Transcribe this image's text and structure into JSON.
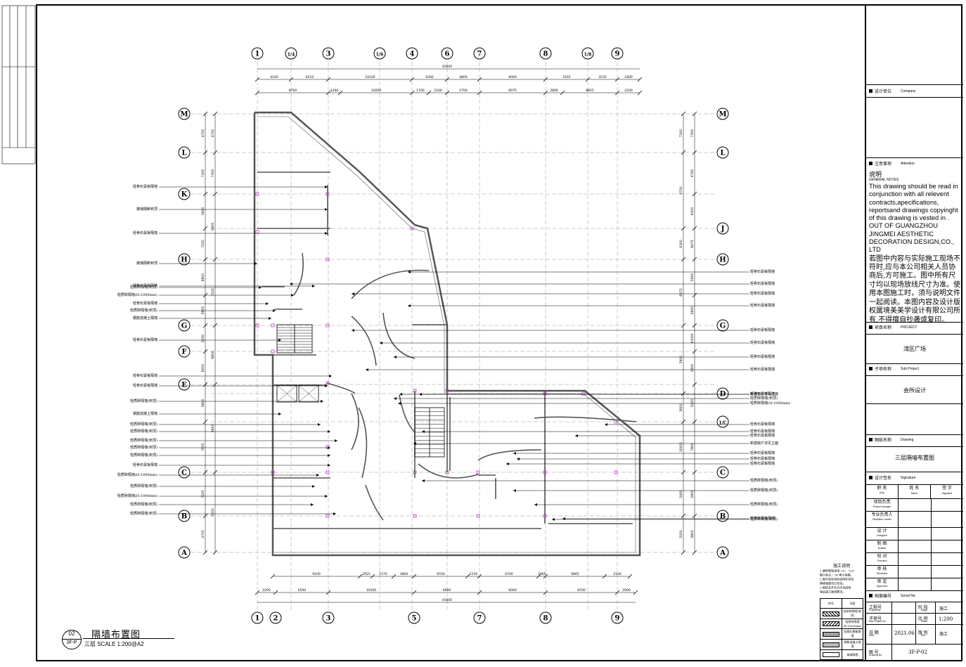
{
  "sheet": {
    "number": "02",
    "code": "3F-P",
    "title": "隔墙布置图",
    "subtitle": "三层  SCALE 1:200@A2"
  },
  "grid": {
    "top_cols": [
      "1",
      "1/4",
      "3",
      "1/6",
      "4",
      "6",
      "7",
      "8",
      "1/8",
      "9"
    ],
    "bottom_cols": [
      "1",
      "2",
      "3",
      "5",
      "7",
      "8",
      "9"
    ],
    "left_rows": [
      "M",
      "L",
      "K",
      "H",
      "G",
      "F",
      "E",
      "C",
      "B",
      "A"
    ],
    "right_rows": [
      "M",
      "L",
      "J",
      "H",
      "G",
      "D",
      "1/C",
      "C",
      "B",
      "A"
    ]
  },
  "dims": {
    "top_total": "45600",
    "top_row1": [
      "4140",
      "6510",
      "10100",
      "6300",
      "4800",
      "9000",
      "3165",
      "3535",
      "2400"
    ],
    "top_row2": [
      "8700",
      "1200",
      "10200",
      "1700",
      "2100",
      "2700",
      "6975",
      "2800",
      "8825",
      "2200"
    ],
    "bottom_row1": [
      "9100",
      "2925",
      "1570",
      "3800",
      "6550",
      "2150",
      "6700",
      "1900",
      "6865",
      "2100"
    ],
    "bottom_total": "45600",
    "bottom_row2": [
      "2200",
      "6500",
      "10100",
      "9000",
      "9000",
      "8700",
      "2000"
    ],
    "left": [
      "4700",
      "7300",
      "5600",
      "7100",
      "8800",
      "5600",
      "5200",
      "8000",
      "5800",
      "7600",
      "7200",
      "4700"
    ],
    "right": [
      "7300",
      "4700",
      "6300",
      "8475",
      "5900",
      "5600",
      "10000",
      "5400",
      "5200",
      "7800",
      "2800",
      "5800",
      "5800",
      "4700"
    ]
  },
  "labels_left": [
    "轻骨石膏板隔墙",
    "玻璃隔断到顶",
    "轻骨石膏板隔墙",
    "玻璃隔断到顶",
    "轻骨石膏板隔墙",
    "轻质砖隔墙(到顶)",
    "轻质砖隔墙(H:1000mm)",
    "轻骨石膏板隔墙",
    "轻质砖隔墙(到顶)",
    "钢筋混凝土隔墙",
    "轻骨石膏板隔墙",
    "轻骨石膏板隔墙",
    "轻骨石膏板隔墙",
    "轻质砖隔墙(到顶)",
    "钢筋混凝土隔墙",
    "轻质砖隔墙(到顶)",
    "轻质砖隔墙(到顶)",
    "轻质砖隔墙(到顶)",
    "轻质砖隔墙(到顶)",
    "轻质砖隔墙(到顶)",
    "轻骨石膏板隔墙",
    "轻质砖隔墙(H:1000mm)",
    "轻质砖隔墙(到顶)",
    "轻质砖隔墙(H:1000mm)",
    "轻质砖隔墙(到顶)",
    "轻质砖隔墙(到顶)"
  ],
  "labels_right": [
    "轻骨石膏板隔墙",
    "轻骨石膏板隔墙",
    "轻骨石膏板隔墙",
    "轻骨石膏板隔墙",
    "轻骨石膏板隔墙",
    "轻骨石膏板隔墙",
    "轻骨石膏板隔墙",
    "轻骨石膏板隔墙",
    "轻骨石膏板隔墙",
    "新建窗户详见立面",
    "轻质砖隔墙(到顶)",
    "轻质砖隔墙(H:1000mm)",
    "轻骨石膏板隔墙",
    "轻骨石膏板隔墙",
    "轻骨石膏板隔墙",
    "新建窗户详见立面",
    "轻骨石膏板隔墙",
    "轻骨石膏板隔墙",
    "轻骨石膏板隔墙",
    "轻质砖隔墙(到顶)",
    "轻质砖隔墙(到顶)",
    "轻质砖隔墙(到顶)",
    "轻骨石膏板隔墙",
    "轻质砖隔墙(到顶)"
  ],
  "titleblock": {
    "company_cn": "设计单位",
    "company_en": "Company",
    "attention_cn": "注意事项",
    "attention_en": "Attention",
    "notes_title": "说明",
    "notes_sub": "GENERAL NOTES",
    "notes_en": "This drawing should be read in conjunction with all relevent contracts,apecifications, reportsand drawings copyinght of this drawing is vested in . OUT OF GUANGZHOU JINGMEI AESTHETIC DECORATION DESIGN,CO., LTD",
    "notes_cn": "若图中内容与实际施工现场不符时,应与本公司相关人员协商后,方可施工。图中所有尺寸均以现场放线尺寸为准。使用本图施工时，须与说明文件一起阅读。本图内容及设计版权属境美美学设计有限公司所有,不得擅自抄袭或复印。",
    "project_cn": "项目名称",
    "project_en": "PROJECT:",
    "project_value": "湾区广场",
    "subproject_cn": "子项名称",
    "subproject_en": "Sub Project",
    "subproject_value": "会所设计",
    "drawing_cn": "图纸名称",
    "drawing_en": "Drawing",
    "drawing_value": "三层隔墙布置图",
    "signature_cn": "设计签名",
    "signature_en": "Signature",
    "sig_head": [
      "职  务",
      "姓  名",
      "签  字"
    ],
    "sig_head_en": [
      "Duty",
      "Name",
      "Signature"
    ],
    "sig_rows": [
      {
        "cn": "项目负责",
        "en": "Project manager"
      },
      {
        "cn": "专业负责人",
        "en": "Discipline Leader"
      },
      {
        "cn": "设  计",
        "en": "Designed"
      },
      {
        "cn": "制  图",
        "en": "Drafted"
      },
      {
        "cn": "校  对",
        "en": "Checked"
      },
      {
        "cn": "审  核",
        "en": "Reviewed"
      },
      {
        "cn": "审  定",
        "en": "Approved"
      }
    ],
    "serial_cn": "档案编号",
    "serial_en": "Serial No.",
    "proj_no": "工程号",
    "proj_no_en": "Project No.",
    "stage": "阶 段",
    "stage_en": "Stage",
    "stage_value": "施工",
    "sub_no": "子项号",
    "sub_no_en": "Sub Project No.",
    "scale": "比 例",
    "scale_en": "Scale",
    "scale_value": "1:200",
    "date": "日 期",
    "date_en": "Date",
    "date_value": "2021.06",
    "rev": "版 别",
    "rev_en": "Rev",
    "rev_value": "施工",
    "drawing_no": "图 号",
    "drawing_no_en": "Drawing No.",
    "drawing_no_value": "3F-P-02"
  },
  "legend": {
    "title": "施工说明",
    "notes": [
      "1.建筑砌墙采用 2%：\"1/2\"",
      "图示标注，\"H\"表示高度。",
      "2.图中除有特别说明外所有",
      "隔墙墙厚均已包含。",
      "3.砌筑及开孔均详见结构",
      "相关施工图纸要求。"
    ],
    "head": [
      "符号",
      "内容"
    ],
    "items": [
      "轻质砖隔墙(到顶)",
      "轻质砖隔墙(H:1000mm)",
      "轻骨石膏板隔墙",
      "钢筋混凝土隔墙",
      "玻璃隔墙"
    ]
  },
  "colors": {
    "line": "#000000",
    "grid": "#9a9a9a",
    "wall": "#555555",
    "column": "#c040c0"
  }
}
